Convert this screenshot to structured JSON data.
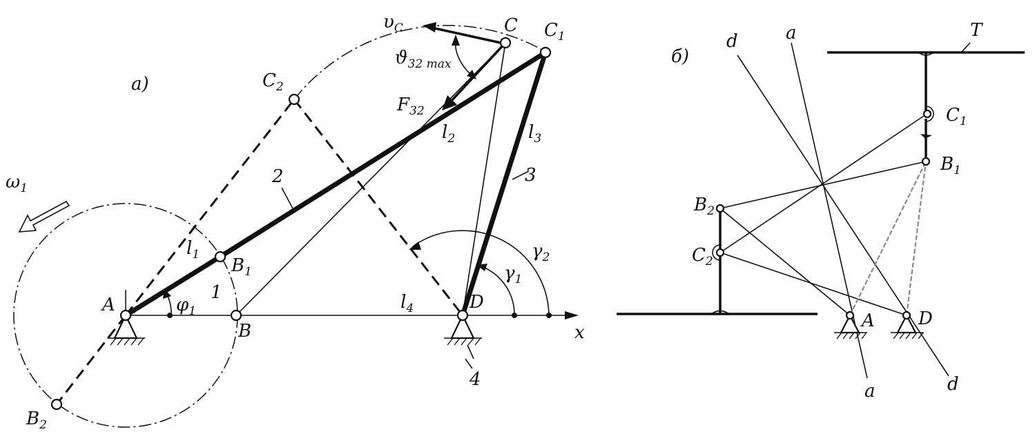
{
  "figure_a": {
    "panel_label": "а)",
    "points": {
      "A": "A",
      "B": "B",
      "B1": "B",
      "B1_sub": "1",
      "B2": "B",
      "B2_sub": "2",
      "C": "C",
      "C1": "C",
      "C1_sub": "1",
      "C2": "C",
      "C2_sub": "2",
      "D": "D"
    },
    "links": {
      "l1": "l",
      "l1_sub": "1",
      "l2": "l",
      "l2_sub": "2",
      "l3": "l",
      "l3_sub": "3",
      "l4": "l",
      "l4_sub": "4"
    },
    "link_numbers": {
      "n1": "1",
      "n2": "2",
      "n3": "3",
      "n4": "4"
    },
    "angles": {
      "phi1": "φ",
      "phi1_sub": "1",
      "gamma1": "γ",
      "gamma1_sub": "1",
      "gamma2": "γ",
      "gamma2_sub": "2"
    },
    "omega": "ω",
    "omega_sub": "1",
    "velocity": "υ",
    "velocity_sub": "C",
    "force": "F",
    "force_sub": "32",
    "theta": "ϑ",
    "theta_sub": "32 max",
    "axis": "x"
  },
  "figure_b": {
    "panel_label": "б)",
    "T": "T",
    "a_top": "a",
    "a_bottom": "a",
    "d_top": "d",
    "d_bottom": "d",
    "points": {
      "A": "A",
      "D": "D",
      "B1": "B",
      "B1_sub": "1",
      "C1": "C",
      "C1_sub": "1",
      "B2": "B",
      "B2_sub": "2",
      "C2": "C",
      "C2_sub": "2"
    }
  }
}
